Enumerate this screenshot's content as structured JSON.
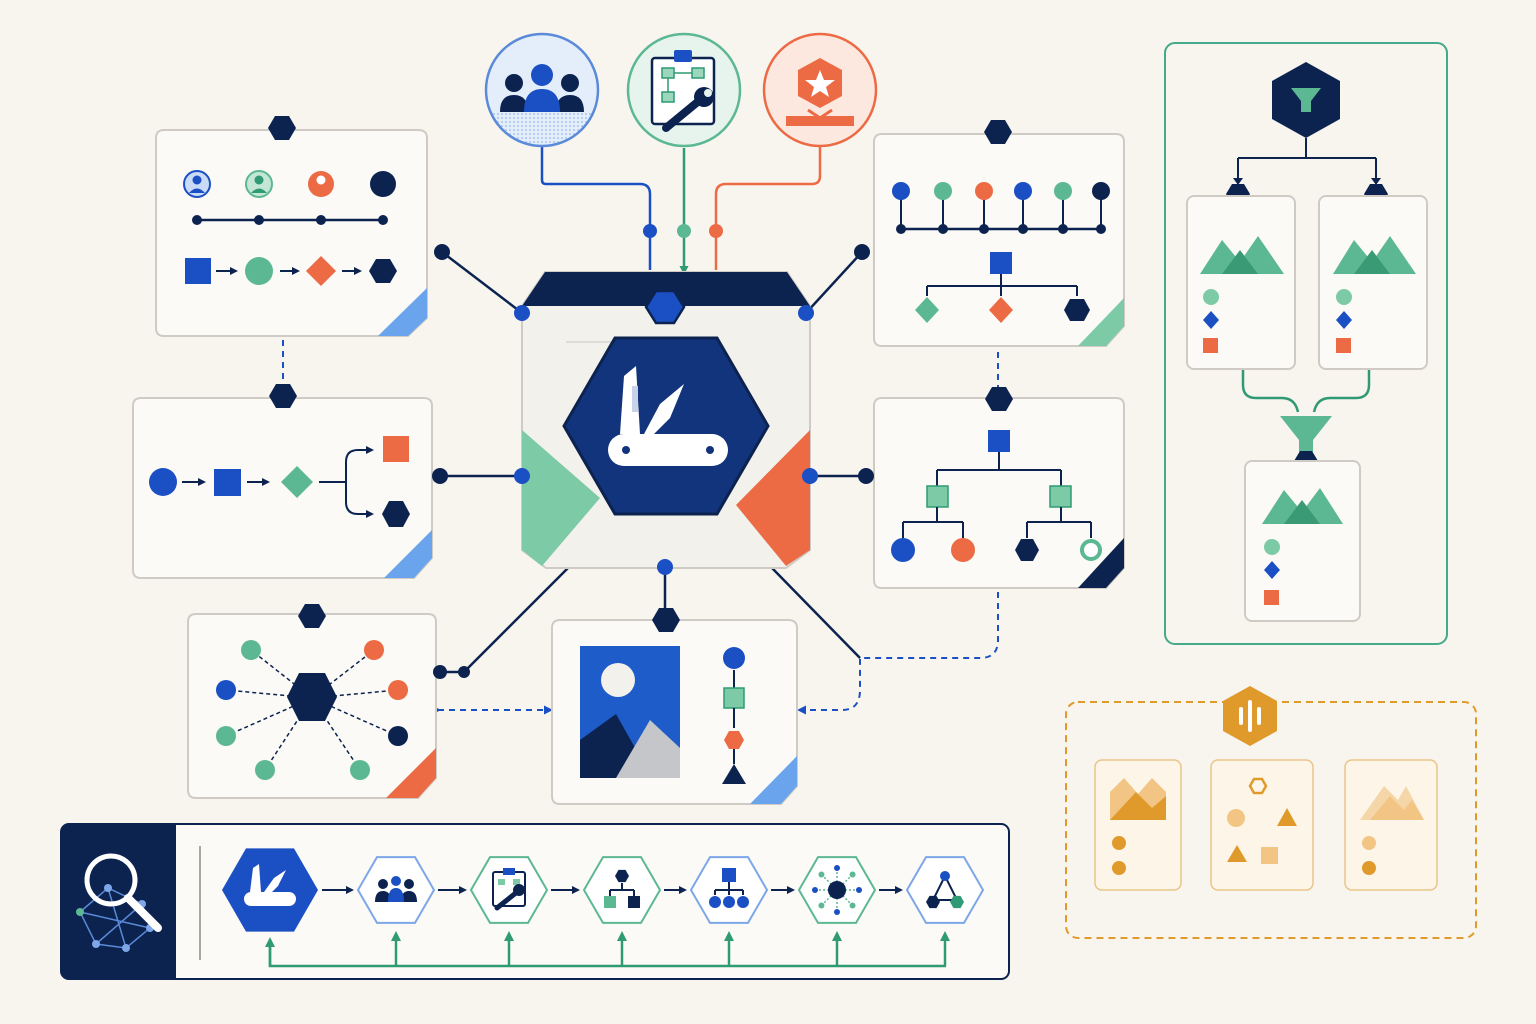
{
  "colors": {
    "background": "#f8f5ef",
    "navy": "#0c2350",
    "blue": "#1b4fc4",
    "green": "#5cb892",
    "orange": "#ec6b45",
    "amber": "#e09a2c",
    "teal_border": "#45a98a",
    "card_border": "#cfcbc4",
    "card_fill": "#fbfaf6"
  },
  "icons": {
    "hub": "swiss-army-knife-icon",
    "top_badges": [
      "team-icon",
      "clipboard-wrench-icon",
      "star-badge-icon"
    ],
    "search_panel": "magnifier-network-icon",
    "funnel": "funnel-icon",
    "aggregate": "audio-bars-icon",
    "pipeline_steps": [
      "swiss-army-knife-icon",
      "team-icon",
      "clipboard-wrench-icon",
      "hierarchy-icon",
      "tree-icon",
      "hub-spoke-icon",
      "graph-icon"
    ]
  },
  "diagram": {
    "hub": "central-toolkit",
    "cards": [
      "sequence-timeline",
      "branching-flow",
      "hub-and-spoke",
      "image-gallery",
      "timeline-hierarchy",
      "tree-structure"
    ],
    "side_panels": [
      "funnel-merge",
      "aggregation-group"
    ],
    "pipeline_step_count": 7
  }
}
